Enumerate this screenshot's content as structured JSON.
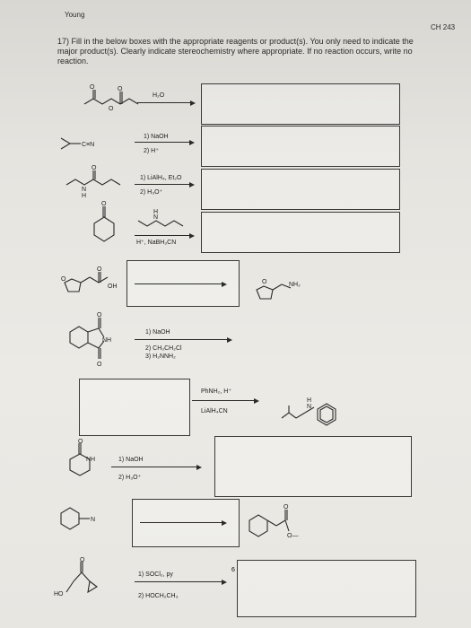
{
  "header": {
    "left": "Young",
    "right": "CH 243"
  },
  "question": {
    "text": "17) Fill in the below boxes with the appropriate reagents or product(s). You only need to indicate the major product(s). Clearly indicate stereochemistry where appropriate. If no reaction occurs, write no reaction."
  },
  "rows": [
    {
      "reagents": [
        "H₂O"
      ]
    },
    {
      "reagents": [
        "1) NaOH",
        "2) H⁺"
      ],
      "label": "C≡N"
    },
    {
      "reagents": [
        "1) LiAlH₄, Et₂O",
        "2) H₃O⁺"
      ]
    },
    {
      "reagents": [
        "H⁺, NaBH₃CN"
      ],
      "label": "N"
    },
    {
      "start_label": "OH",
      "product_label": "NH₂"
    },
    {
      "reagents": [
        "1) NaOH",
        "2) CH₃CH₂Cl",
        "3) H₂NNH₂"
      ],
      "label": "NH"
    },
    {
      "reagents": [
        "PhNH₂, H⁺",
        "LiAlH₄CN"
      ],
      "product_label": "N"
    },
    {
      "reagents": [
        "1) NaOH",
        "2) H₃O⁺"
      ],
      "label": "NH"
    },
    {
      "start_label": "N"
    },
    {
      "reagents": [
        "1) SOCl₂, py",
        "2) HOCH₂CH₃"
      ],
      "start_label": "HO"
    }
  ],
  "page_number": "6"
}
